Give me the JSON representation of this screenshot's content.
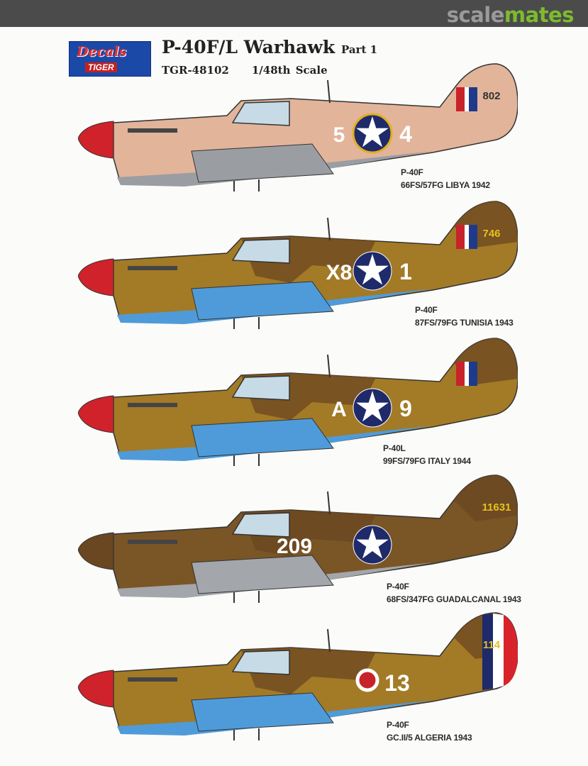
{
  "site_logo": {
    "part1": "scale",
    "part2": "mates"
  },
  "brand_logo": {
    "line1": "Decals",
    "line2": "TIGER"
  },
  "header": {
    "title": "P-40F/L Warhawk",
    "title_suffix": "Part 1",
    "product_code": "TGR-48102",
    "scale": "1/48th Scale"
  },
  "profiles": [
    {
      "type": "P-40F",
      "unit": "66FS/57FG  LIBYA 1942",
      "code_left": "5",
      "code_right": "4",
      "tail_number": "802",
      "colors": {
        "upper": "#e2b49a",
        "upper2": "#e2b49a",
        "under": "#9a9ea3",
        "spinner": "#d0222a",
        "tail_flash": true
      }
    },
    {
      "type": "P-40F",
      "unit": "87FS/79FG TUNISIA 1943",
      "code_left": "X8",
      "code_right": "1",
      "tail_number": "746",
      "colors": {
        "upper": "#a37a26",
        "upper2": "#6e4a22",
        "under": "#4f9bd9",
        "spinner": "#d0222a",
        "tail_flash": true
      }
    },
    {
      "type": "P-40L",
      "unit": "99FS/79FG  ITALY 1944",
      "code_left": "A",
      "code_right": "9",
      "tail_number": "",
      "colors": {
        "upper": "#a37a26",
        "upper2": "#6e4a22",
        "under": "#4f9bd9",
        "spinner": "#d0222a",
        "tail_flash": true
      }
    },
    {
      "type": "P-40F",
      "unit": "68FS/347FG  GUADALCANAL 1943",
      "code_left": "209",
      "code_right": "",
      "tail_number": "11631",
      "colors": {
        "upper": "#7a5526",
        "upper2": "#6a4720",
        "under": "#a3a6aa",
        "spinner": "#6a4720",
        "tail_flash": false
      }
    },
    {
      "type": "P-40F",
      "unit": "GC.II/5  ALGERIA 1943",
      "code_left": "",
      "code_right": "13",
      "tail_number": "114",
      "colors": {
        "upper": "#a37a26",
        "upper2": "#6e4a22",
        "under": "#4f9bd9",
        "spinner": "#d0222a",
        "tail_flash": false,
        "french_rudder": true
      }
    }
  ]
}
